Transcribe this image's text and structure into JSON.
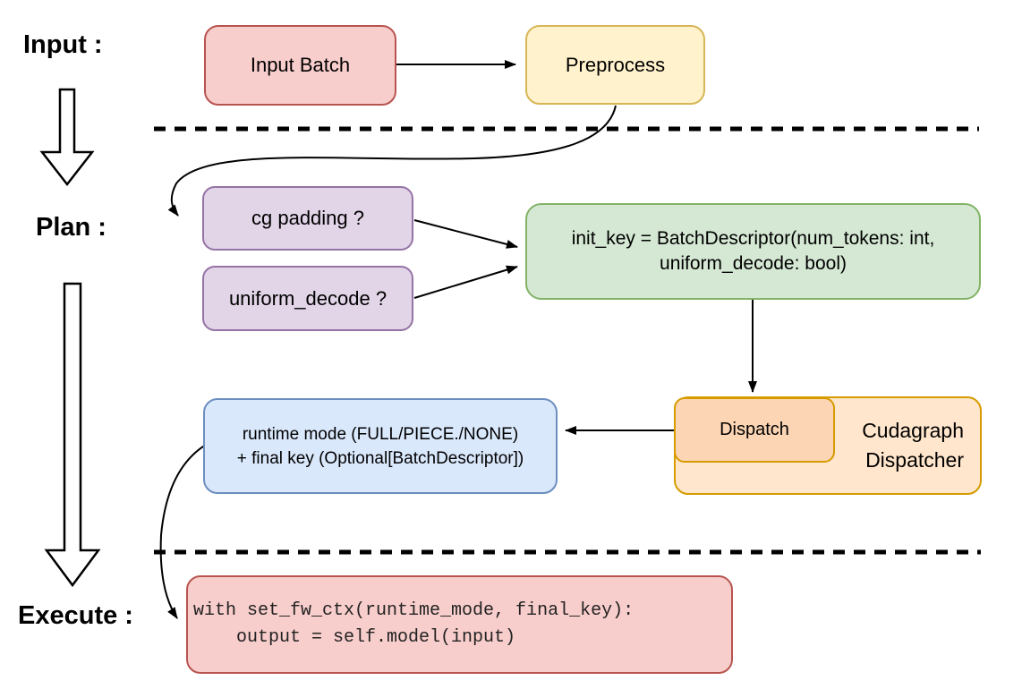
{
  "diagram": {
    "background": "#ffffff",
    "connector_color": "#000000",
    "stage_labels": {
      "input": "Input :",
      "plan": "Plan :",
      "execute": "Execute :"
    },
    "nodes": {
      "input_batch": {
        "label": "Input Batch",
        "fill": "#f8cecc",
        "stroke": "#b85450"
      },
      "preprocess": {
        "label": "Preprocess",
        "fill": "#fff2cc",
        "stroke": "#d6b656"
      },
      "cg_padding": {
        "label": "cg padding ?",
        "fill": "#e1d5e7",
        "stroke": "#9673a6"
      },
      "uniform_decode": {
        "label": "uniform_decode ?",
        "fill": "#e1d5e7",
        "stroke": "#9673a6"
      },
      "init_key": {
        "line1": "init_key = BatchDescriptor(num_tokens: int,",
        "line2": "uniform_decode: bool)",
        "fill": "#d5e8d4",
        "stroke": "#82b366"
      },
      "dispatch": {
        "label": "Dispatch",
        "fill": "#fcd5b4",
        "stroke": "#d79b00"
      },
      "cudagraph_dispatcher": {
        "line1": "Cudagraph",
        "line2": "Dispatcher",
        "fill": "#ffe6cc",
        "stroke": "#d79b00"
      },
      "runtime_result": {
        "line1": "runtime mode (FULL/PIECE./NONE)",
        "line2": "+ final key (Optional[BatchDescriptor])",
        "fill": "#dae8fc",
        "stroke": "#6c8ebf"
      },
      "execute_code": {
        "line1": "with set_fw_ctx(runtime_mode, final_key):",
        "line2": "    output = self.model(input)",
        "fill": "#f8cecc",
        "stroke": "#b85450"
      }
    }
  }
}
